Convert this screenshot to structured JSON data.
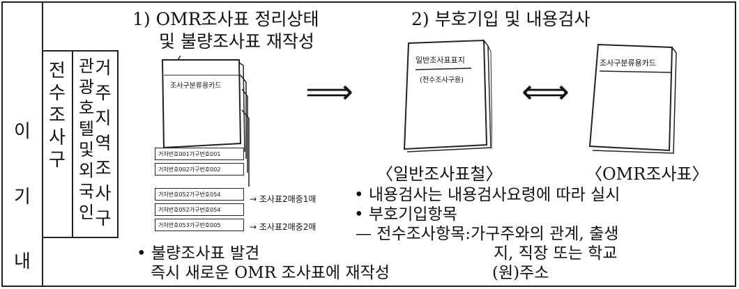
{
  "side_label": [
    "이",
    "기",
    "내"
  ],
  "survey_types": {
    "complete": "전\n수\n조\n사\n구",
    "tourist": "관\n광\n호\n텔\n및\n외\n국\n인",
    "residential": "거\n주\n지\n역\n조\n사\n구"
  },
  "step1": {
    "line1": "1) OMR조사표  정리상태",
    "line2": "및  불량조사표  재작성"
  },
  "step2": {
    "title": "2) 부호기입  및  내용검사"
  },
  "stack": {
    "top_card_label": "조사구분류용카드",
    "sheets": [
      "거처번호001가구번호001",
      "거처번호002가구번호002",
      "거처번호052가구번호054",
      "거처번호052가구번호054",
      "거처번호053가구번호005"
    ],
    "note1": "→ 조사표2매중1매",
    "note2": "→ 조사표2매중2매"
  },
  "general_form": {
    "title": "일반조사표표지",
    "subtitle": "(전수조사구용)",
    "caption": "〈일반조사표철〉"
  },
  "omr_card": {
    "title": "조사구분류용카드",
    "caption": "〈OMR조사표〉"
  },
  "arrows": {
    "right": "⟹",
    "both": "⟺"
  },
  "bullets": {
    "b1": "• 내용검사는  내용검사요령에  따라  실시",
    "b2": "• 부호기입항목",
    "b3": "— 전수조사항목:가구주와의  관계,  출생",
    "b3_cont": "지,  직장    또는    학교",
    "b3_cont2": "(원)주소",
    "b4": "• 불량조사표  발견",
    "b4_cont": "즉시  새로운  OMR  조사표에  재작성"
  }
}
